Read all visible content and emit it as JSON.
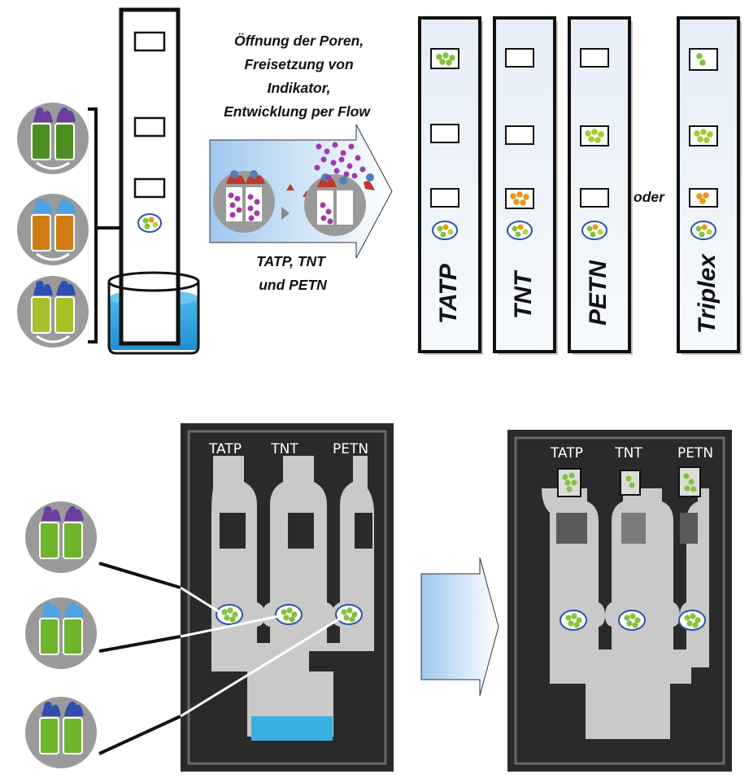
{
  "top": {
    "process_text": [
      "Öffnung der Poren,",
      "Freisetzung von",
      "Indikator,",
      "Entwicklung per Flow"
    ],
    "analytes_text": [
      "TATP, TNT",
      "und PETN"
    ],
    "result_strips": [
      "TATP",
      "TNT",
      "PETN",
      "Triplex"
    ],
    "oder_label": "oder"
  },
  "bottom": {
    "chip_before_labels": [
      "TATP",
      "TNT",
      "PETN"
    ],
    "chip_after_labels": [
      "TATP",
      "TNT",
      "PETN"
    ]
  },
  "colors": {
    "particle_violet": "#6a3fa0",
    "particle_lightblue": "#4fa3e0",
    "particle_darkblue": "#2f4fb0",
    "bead_green": "#7fc43a",
    "bead_orange": "#e89a1a",
    "bead_yellowgreen": "#b8d43a",
    "water_blue": "#3aaee0",
    "chip_dark": "#2a2a2a",
    "chip_light": "#c9c9c9"
  }
}
